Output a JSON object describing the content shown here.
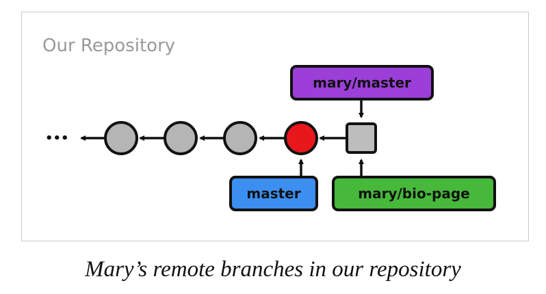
{
  "diagram": {
    "title": "Our Repository",
    "ellipsis": "•••",
    "branches": {
      "mary_master": "mary/master",
      "master": "master",
      "mary_bio_page": "mary/bio-page"
    },
    "colors": {
      "commit_gray": "#b5b5b5",
      "commit_current": "#e8171b",
      "remote_commit": "#bdbdbd",
      "mary_master_box": "#9b3fd8",
      "master_box": "#3b8ff0",
      "mary_bio_page_box": "#46b83a",
      "outline": "#111111"
    }
  },
  "caption": "Mary’s remote branches in our repository"
}
